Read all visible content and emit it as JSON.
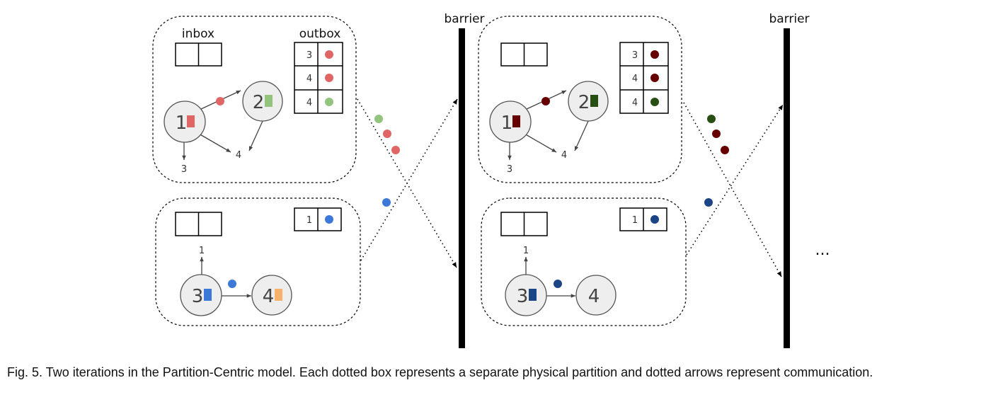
{
  "labels": {
    "inbox": "inbox",
    "outbox": "outbox",
    "barrier": "barrier",
    "ellipsis": "..."
  },
  "caption": "Fig. 5. Two iterations in the Partition-Centric model. Each dotted box represents a separate physical partition and dotted arrows represent communication.",
  "colors": {
    "iter1_red": "#e06666",
    "iter1_green": "#93c47d",
    "iter1_blue": "#3c78d8",
    "iter1_orange": "#f6b26b",
    "iter2_red": "#660000",
    "iter2_green": "#274e13",
    "iter2_blue": "#1c4587",
    "vertex_fill": "#eeeeee",
    "barrier": "#000000"
  },
  "iterations": [
    {
      "partitions": [
        {
          "vertices": [
            {
              "id": "1",
              "state": "red"
            },
            {
              "id": "2",
              "state": "green"
            }
          ],
          "edge_targets": [
            "2",
            "3",
            "4",
            "4"
          ],
          "outbox": [
            {
              "target": "3",
              "msg": "red"
            },
            {
              "target": "4",
              "msg": "red"
            },
            {
              "target": "4",
              "msg": "green"
            }
          ]
        },
        {
          "vertices": [
            {
              "id": "3",
              "state": "blue"
            },
            {
              "id": "4",
              "state": "orange"
            }
          ],
          "edge_targets": [
            "1",
            "4"
          ],
          "outbox": [
            {
              "target": "1",
              "msg": "blue"
            }
          ]
        }
      ]
    },
    {
      "partitions": [
        {
          "vertices": [
            {
              "id": "1",
              "state": "dark-red"
            },
            {
              "id": "2",
              "state": "dark-green"
            }
          ],
          "edge_targets": [
            "2",
            "3",
            "4",
            "4"
          ],
          "outbox": [
            {
              "target": "3",
              "msg": "dark-red"
            },
            {
              "target": "4",
              "msg": "dark-red"
            },
            {
              "target": "4",
              "msg": "dark-green"
            }
          ]
        },
        {
          "vertices": [
            {
              "id": "3",
              "state": "dark-blue"
            },
            {
              "id": "4",
              "state": "none"
            }
          ],
          "edge_targets": [
            "1",
            "4"
          ],
          "outbox": [
            {
              "target": "1",
              "msg": "dark-blue"
            }
          ]
        }
      ]
    }
  ]
}
